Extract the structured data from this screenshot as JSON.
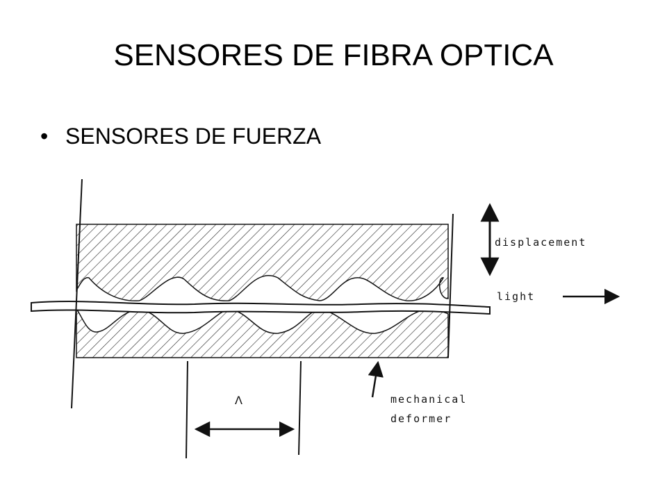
{
  "slide": {
    "title": "SENSORES DE FIBRA OPTICA",
    "bullets": [
      {
        "marker": "•",
        "text": "SENSORES DE FUERZA"
      }
    ]
  },
  "figure": {
    "labels": {
      "displacement": "displacement",
      "light": "light",
      "mechanical": "mechanical",
      "deformer": "deformer",
      "period": "Λ"
    },
    "colors": {
      "ink": "#111111",
      "background": "#ffffff"
    }
  }
}
